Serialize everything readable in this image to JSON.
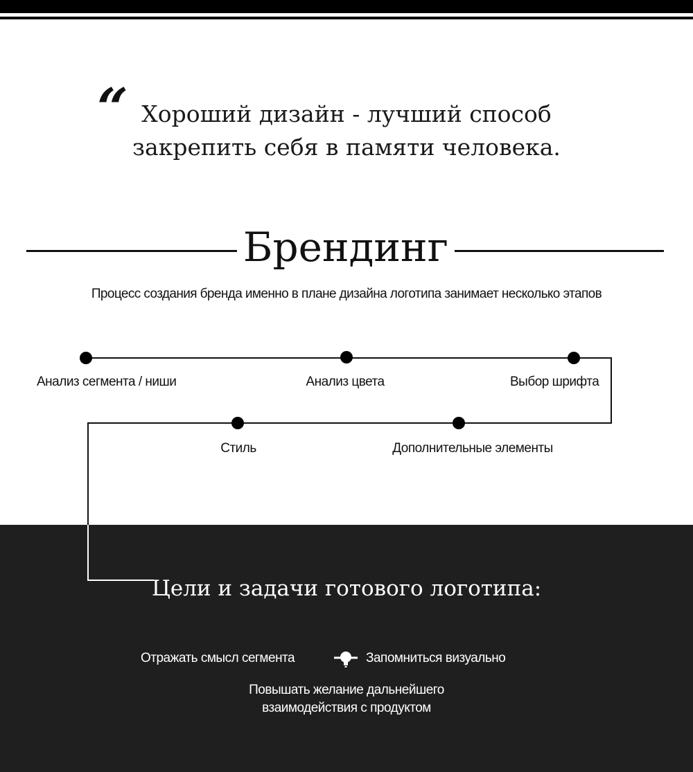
{
  "quote": {
    "mark": "“",
    "lines": [
      "Хороший дизайн - лучший способ",
      "закрепить себя в памяти человека."
    ]
  },
  "section": {
    "title": "Брендинг",
    "subtitle": "Процесс создания бренда именно в плане дизайна логотипа занимает несколько этапов"
  },
  "stages": [
    "Анализ сегмента / ниши",
    "Анализ цвета",
    "Выбор шрифта",
    "Стиль",
    "Дополнительные элементы"
  ],
  "goals": {
    "title": "Цели и задачи готового логотипа:",
    "left": "Отражать смысл сегмента",
    "right": "Запомниться визуально",
    "bottom_lines": [
      "Повышать желание дальнейшего",
      "взаимодействия с продуктом"
    ],
    "icon": "lightbulb-icon"
  },
  "colors": {
    "background": "#ffffff",
    "dark_panel": "#1f1f1f",
    "ink": "#111111",
    "light_text": "#ffffff"
  }
}
